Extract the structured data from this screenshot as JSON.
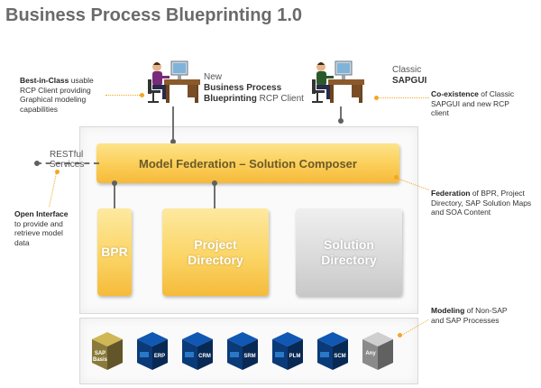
{
  "title": "Business Process Blueprinting 1.0",
  "new_client": {
    "line1": "New",
    "line2": "Business Process",
    "line3_bold": "Blueprinting",
    "line3_rest": " RCP Client"
  },
  "classic_client": {
    "line1": "Classic",
    "line2": "SAPGUI"
  },
  "federation_bar": "Model Federation – Solution Composer",
  "restful": {
    "line1": "RESTful",
    "line2": "Services"
  },
  "blocks": {
    "bpr": "BPR",
    "project_line1": "Project",
    "project_line2": "Directory",
    "solution_line1": "Solution",
    "solution_line2": "Directory"
  },
  "notes": {
    "best_in_class_bold": "Best-in-Class",
    "best_in_class_rest1": " usable",
    "best_in_class_rest2": "RCP Client providing",
    "best_in_class_rest3": "Graphical modeling",
    "best_in_class_rest4": "capabilities",
    "coexistence_bold": "Co-existence",
    "coexistence_rest1": " of Classic",
    "coexistence_rest2": "SAPGUI and new RCP",
    "coexistence_rest3": "client",
    "open_interface_bold": "Open Interface",
    "open_interface_rest1": "to provide and",
    "open_interface_rest2": "retrieve model",
    "open_interface_rest3": "data",
    "federation_bold": "Federation",
    "federation_rest1": " of BPR, Project",
    "federation_rest2": "Directory, SAP Solution Maps",
    "federation_rest3": "and SOA Content",
    "modeling_bold": "Modeling",
    "modeling_rest1": " of Non-SAP",
    "modeling_rest2": "and SAP Processes"
  },
  "cubes": [
    {
      "label": "SAP",
      "label2": "Basis",
      "color": "#8a7a3a",
      "kind": "gold"
    },
    {
      "label": "ERP",
      "color": "#0b3a78",
      "kind": "blue"
    },
    {
      "label": "CRM",
      "color": "#0b3a78",
      "kind": "blue"
    },
    {
      "label": "SRM",
      "color": "#0b3a78",
      "kind": "blue"
    },
    {
      "label": "PLM",
      "color": "#0b3a78",
      "kind": "blue"
    },
    {
      "label": "SCM",
      "color": "#0b3a78",
      "kind": "blue"
    },
    {
      "label": "Any",
      "color": "#8a8a8a",
      "kind": "grey"
    }
  ],
  "colors": {
    "accent_orange": "#f5a623",
    "federation_yellow": "#fbd05a",
    "sap_blue": "#0b3a78"
  },
  "icons": {
    "workstation": "person-at-desk-icon"
  }
}
